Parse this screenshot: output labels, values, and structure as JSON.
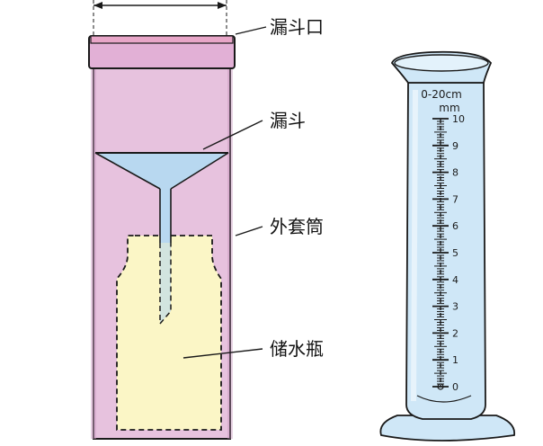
{
  "labels": {
    "funnel_mouth": "漏斗口",
    "funnel": "漏斗",
    "outer_cylinder": "外套筒",
    "storage_bottle": "储水瓶"
  },
  "cylinder": {
    "range_label": "0-20cm",
    "unit_label": "mm",
    "tick_labels": [
      "10",
      "9",
      "8",
      "7",
      "6",
      "5",
      "4",
      "3",
      "2",
      "1",
      "0"
    ]
  },
  "colors": {
    "outer_cylinder": "#e7c2de",
    "rim": "#e8a6c8",
    "funnel_water": "#b8d8f0",
    "bottle": "#fbf6c6",
    "glass": "#cfe7f7",
    "outline": "#1a1a1a"
  }
}
